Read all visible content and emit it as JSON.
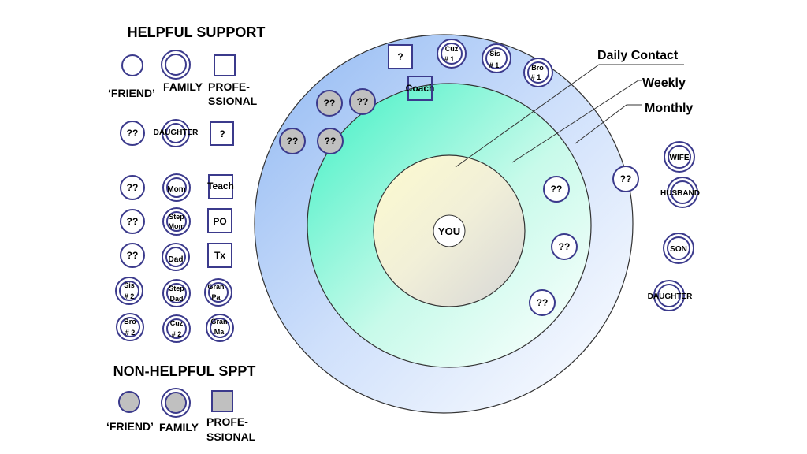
{
  "legend": {
    "helpful_title": "HELPFUL SUPPORT",
    "friend_label": "‘FRIEND’",
    "family_label": "FAMILY",
    "professional_label_1": "PROFE-",
    "professional_label_2": "SSIONAL",
    "non_helpful_title": "NON-HELPFUL SPPT",
    "nh_friend_label": "‘FRIEND’",
    "nh_family_label": "FAMILY",
    "nh_professional_label_1": "PROFE-",
    "nh_professional_label_2": "SSIONAL"
  },
  "examples": {
    "r1_friend": "??",
    "r1_family": "DAUGHTER",
    "r1_prof": "?",
    "r2_friend": "??",
    "r2_family": "Mom",
    "r2_prof": "Teach",
    "r3_friend": "??",
    "r3_family_1": "Step",
    "r3_family_2": "Mom",
    "r3_prof": "PO",
    "r4_friend": "??",
    "r4_family": "Dad",
    "r4_prof": "Tx",
    "r5_a_1": "Sis",
    "r5_a_2": "# 2",
    "r5_b_1": "Step",
    "r5_b_2": "Dad",
    "r5_c_1": "Gran",
    "r5_c_2": "Pa",
    "r6_a_1": "Bro",
    "r6_a_2": "# 2",
    "r6_b_1": "Cuz",
    "r6_b_2": "# 2",
    "r6_c_1": "Gran",
    "r6_c_2": "Ma"
  },
  "rings": {
    "center_label": "YOU",
    "daily_label": "Daily Contact",
    "weekly_label": "Weekly",
    "monthly_label": "Monthly"
  },
  "nodes": {
    "outer_prof": "?",
    "cuz1_1": "Cuz",
    "cuz1_2": "# 1",
    "sis1_1": "Sis",
    "sis1_2": "# 1",
    "bro1_1": "Bro",
    "bro1_2": "# 1",
    "coach": "Coach",
    "grey_a": "??",
    "grey_b": "??",
    "grey_c": "??",
    "grey_d": "??",
    "outer_friend": "??",
    "mid_a": "??",
    "mid_b": "??",
    "mid_c": "??"
  },
  "outside": {
    "wife": "WIFE",
    "husband": "HUSBAND",
    "son": "SON",
    "daughter": "DAUGHTER"
  },
  "colors": {
    "stroke": "#3b3a8c",
    "nonhelpful_fill": "#c0c0c0",
    "outer_ring": "#a9c8f5",
    "middle_ring": "#5af0c8",
    "inner_ring": "#f6f3c6"
  }
}
